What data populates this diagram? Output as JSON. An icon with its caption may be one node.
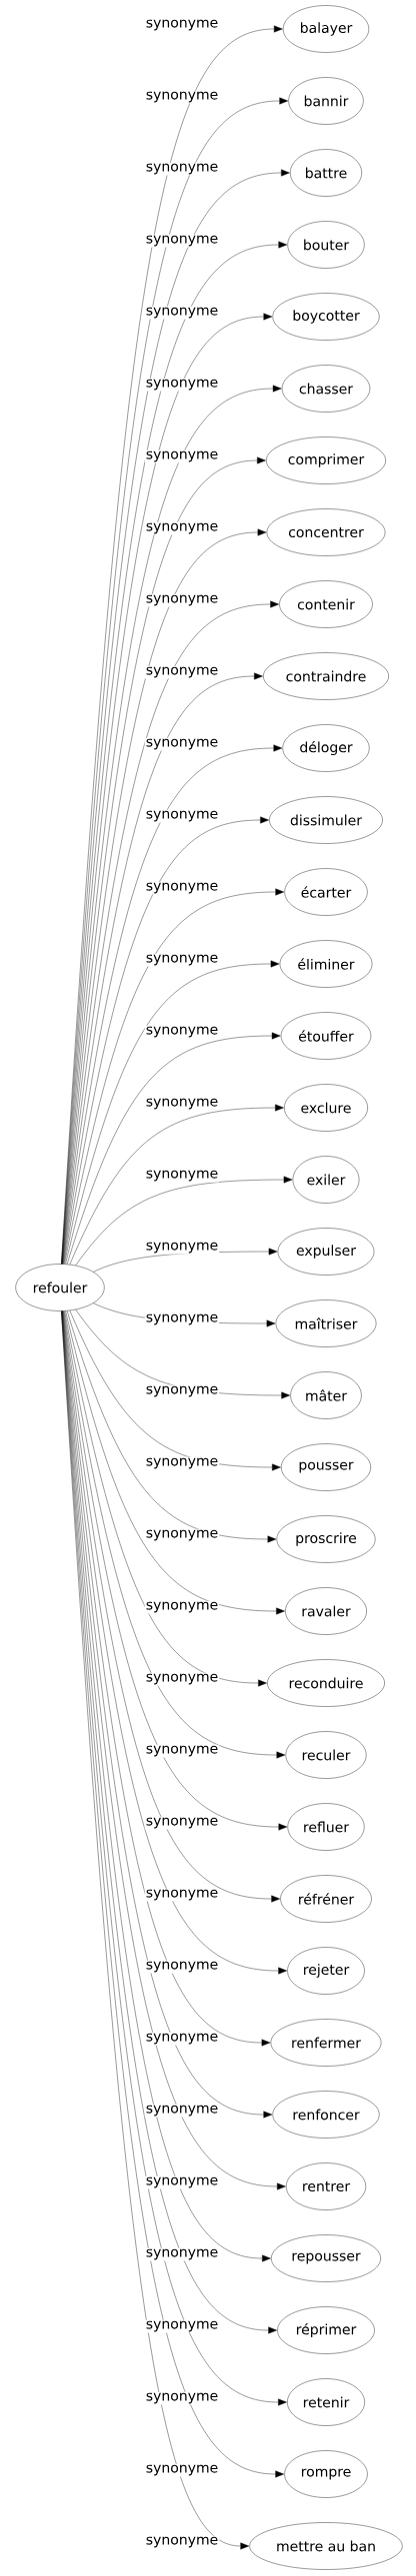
{
  "diagram": {
    "nodes": [
      {
        "text": [
          "refouler"
        ]
      },
      {
        "text": [
          "balayer"
        ]
      },
      {
        "text": [
          "bannir"
        ]
      },
      {
        "text": [
          "battre"
        ]
      },
      {
        "text": [
          "bouter"
        ]
      },
      {
        "text": [
          "boycotter"
        ]
      },
      {
        "text": [
          "chasser"
        ]
      },
      {
        "text": [
          "comprimer"
        ]
      },
      {
        "text": [
          "concentrer"
        ]
      },
      {
        "text": [
          "contenir"
        ]
      },
      {
        "text": [
          "contraindre"
        ]
      },
      {
        "text": [
          "déloger"
        ]
      },
      {
        "text": [
          "dissimuler"
        ]
      },
      {
        "text": [
          "écarter"
        ]
      },
      {
        "text": [
          "éliminer"
        ]
      },
      {
        "text": [
          "étouffer"
        ]
      },
      {
        "text": [
          "exclure"
        ]
      },
      {
        "text": [
          "exiler"
        ]
      },
      {
        "text": [
          "expulser"
        ]
      },
      {
        "text": [
          "maîtriser"
        ]
      },
      {
        "text": [
          "mâter"
        ]
      },
      {
        "text": [
          "pousser"
        ]
      },
      {
        "text": [
          "proscrire"
        ]
      },
      {
        "text": [
          "ravaler"
        ]
      },
      {
        "text": [
          "reconduire"
        ]
      },
      {
        "text": [
          "reculer"
        ]
      },
      {
        "text": [
          "refluer"
        ]
      },
      {
        "text": [
          "réfréner"
        ]
      },
      {
        "text": [
          "rejeter"
        ]
      },
      {
        "text": [
          "renfermer"
        ]
      },
      {
        "text": [
          "renfoncer"
        ]
      },
      {
        "text": [
          "rentrer"
        ]
      },
      {
        "text": [
          "repousser"
        ]
      },
      {
        "text": [
          "réprimer"
        ]
      },
      {
        "text": [
          "retenir"
        ]
      },
      {
        "text": [
          "rompre"
        ]
      },
      {
        "text": [
          "mettre au ban"
        ]
      }
    ],
    "edges": [
      {
        "from": 0,
        "to": 1,
        "arrow": "to",
        "label": "synonyme"
      },
      {
        "from": 0,
        "to": 2,
        "arrow": "to",
        "label": "synonyme"
      },
      {
        "from": 0,
        "to": 3,
        "arrow": "to",
        "label": "synonyme"
      },
      {
        "from": 0,
        "to": 4,
        "arrow": "to",
        "label": "synonyme"
      },
      {
        "from": 0,
        "to": 5,
        "arrow": "to",
        "label": "synonyme"
      },
      {
        "from": 0,
        "to": 6,
        "arrow": "to",
        "label": "synonyme"
      },
      {
        "from": 0,
        "to": 7,
        "arrow": "to",
        "label": "synonyme"
      },
      {
        "from": 0,
        "to": 8,
        "arrow": "to",
        "label": "synonyme"
      },
      {
        "from": 0,
        "to": 9,
        "arrow": "to",
        "label": "synonyme"
      },
      {
        "from": 0,
        "to": 10,
        "arrow": "to",
        "label": "synonyme"
      },
      {
        "from": 0,
        "to": 11,
        "arrow": "to",
        "label": "synonyme"
      },
      {
        "from": 0,
        "to": 12,
        "arrow": "to",
        "label": "synonyme"
      },
      {
        "from": 0,
        "to": 13,
        "arrow": "to",
        "label": "synonyme"
      },
      {
        "from": 0,
        "to": 14,
        "arrow": "to",
        "label": "synonyme"
      },
      {
        "from": 0,
        "to": 15,
        "arrow": "to",
        "label": "synonyme"
      },
      {
        "from": 0,
        "to": 16,
        "arrow": "to",
        "label": "synonyme"
      },
      {
        "from": 0,
        "to": 17,
        "arrow": "to",
        "label": "synonyme"
      },
      {
        "from": 0,
        "to": 18,
        "arrow": "to",
        "label": "synonyme"
      },
      {
        "from": 0,
        "to": 19,
        "arrow": "to",
        "label": "synonyme"
      },
      {
        "from": 0,
        "to": 20,
        "arrow": "to",
        "label": "synonyme"
      },
      {
        "from": 0,
        "to": 21,
        "arrow": "to",
        "label": "synonyme"
      },
      {
        "from": 0,
        "to": 22,
        "arrow": "to",
        "label": "synonyme"
      },
      {
        "from": 0,
        "to": 23,
        "arrow": "to",
        "label": "synonyme"
      },
      {
        "from": 0,
        "to": 24,
        "arrow": "to",
        "label": "synonyme"
      },
      {
        "from": 0,
        "to": 25,
        "arrow": "to",
        "label": "synonyme"
      },
      {
        "from": 0,
        "to": 26,
        "arrow": "to",
        "label": "synonyme"
      },
      {
        "from": 0,
        "to": 27,
        "arrow": "to",
        "label": "synonyme"
      },
      {
        "from": 0,
        "to": 28,
        "arrow": "to",
        "label": "synonyme"
      },
      {
        "from": 0,
        "to": 29,
        "arrow": "to",
        "label": "synonyme"
      },
      {
        "from": 0,
        "to": 30,
        "arrow": "to",
        "label": "synonyme"
      },
      {
        "from": 0,
        "to": 31,
        "arrow": "to",
        "label": "synonyme"
      },
      {
        "from": 0,
        "to": 32,
        "arrow": "to",
        "label": "synonyme"
      },
      {
        "from": 0,
        "to": 33,
        "arrow": "to",
        "label": "synonyme"
      },
      {
        "from": 0,
        "to": 34,
        "arrow": "to",
        "label": "synonyme"
      },
      {
        "from": 0,
        "to": 35,
        "arrow": "to",
        "label": "synonyme"
      },
      {
        "from": 0,
        "to": 36,
        "arrow": "to",
        "label": "synonyme"
      }
    ]
  }
}
